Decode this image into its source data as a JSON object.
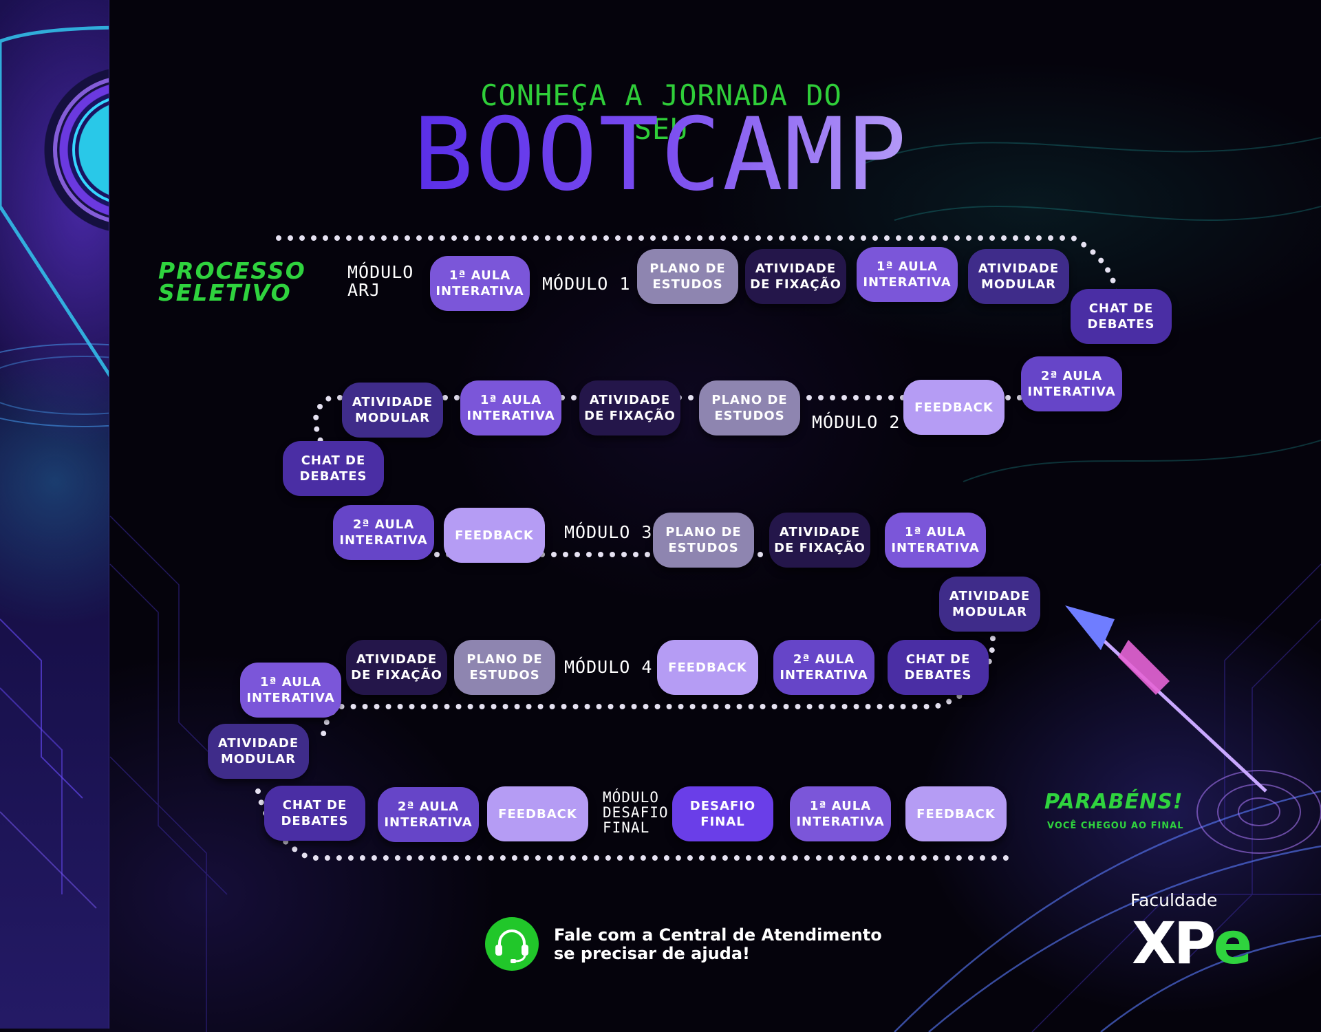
{
  "header": {
    "subtitle": "CONHEÇA A JORNADA DO SEU",
    "title": "BOOTCAMP"
  },
  "start": {
    "label": "PROCESSO\nSELETIVO"
  },
  "modules": {
    "arj": "MÓDULO\nARJ",
    "m1": "MÓDULO 1",
    "m2": "MÓDULO 2",
    "m3": "MÓDULO 3",
    "m4": "MÓDULO 4",
    "final": "MÓDULO\nDESAFIO\nFINAL"
  },
  "steps": [
    {
      "id": "arj-aula1",
      "text": "1ª AULA\nINTERATIVA",
      "type": "interativa"
    },
    {
      "id": "m1-plano",
      "text": "PLANO DE\nESTUDOS",
      "type": "plano"
    },
    {
      "id": "m1-fixacao",
      "text": "ATIVIDADE\nDE FIXAÇÃO",
      "type": "fixacao"
    },
    {
      "id": "m1-aula1",
      "text": "1ª AULA\nINTERATIVA",
      "type": "interativa"
    },
    {
      "id": "m1-modular",
      "text": "ATIVIDADE\nMODULAR",
      "type": "modular"
    },
    {
      "id": "m1-chat",
      "text": "CHAT DE\nDEBATES",
      "type": "chat"
    },
    {
      "id": "m1-aula2",
      "text": "2ª AULA\nINTERATIVA",
      "type": "segunda"
    },
    {
      "id": "m1-feedback",
      "text": "FEEDBACK",
      "type": "feedback"
    },
    {
      "id": "m2-plano",
      "text": "PLANO DE\nESTUDOS",
      "type": "plano"
    },
    {
      "id": "m2-fixacao",
      "text": "ATIVIDADE\nDE FIXAÇÃO",
      "type": "fixacao"
    },
    {
      "id": "m2-aula1",
      "text": "1ª AULA\nINTERATIVA",
      "type": "interativa"
    },
    {
      "id": "m2-modular",
      "text": "ATIVIDADE\nMODULAR",
      "type": "modular"
    },
    {
      "id": "m2-chat",
      "text": "CHAT DE\nDEBATES",
      "type": "chat"
    },
    {
      "id": "m2-aula2",
      "text": "2ª AULA\nINTERATIVA",
      "type": "segunda"
    },
    {
      "id": "m2-feedback",
      "text": "FEEDBACK",
      "type": "feedback"
    },
    {
      "id": "m3-plano",
      "text": "PLANO DE\nESTUDOS",
      "type": "plano"
    },
    {
      "id": "m3-fixacao",
      "text": "ATIVIDADE\nDE FIXAÇÃO",
      "type": "fixacao"
    },
    {
      "id": "m3-aula1",
      "text": "1ª AULA\nINTERATIVA",
      "type": "interativa"
    },
    {
      "id": "m3-modular",
      "text": "ATIVIDADE\nMODULAR",
      "type": "modular"
    },
    {
      "id": "m3-chat",
      "text": "CHAT DE\nDEBATES",
      "type": "chat"
    },
    {
      "id": "m3-aula2",
      "text": "2ª AULA\nINTERATIVA",
      "type": "segunda"
    },
    {
      "id": "m3-feedback",
      "text": "FEEDBACK",
      "type": "feedback"
    },
    {
      "id": "m4-plano",
      "text": "PLANO DE\nESTUDOS",
      "type": "plano"
    },
    {
      "id": "m4-fixacao",
      "text": "ATIVIDADE\nDE FIXAÇÃO",
      "type": "fixacao"
    },
    {
      "id": "m4-aula1",
      "text": "1ª AULA\nINTERATIVA",
      "type": "interativa"
    },
    {
      "id": "m4-modular",
      "text": "ATIVIDADE\nMODULAR",
      "type": "modular"
    },
    {
      "id": "m4-chat",
      "text": "CHAT DE\nDEBATES",
      "type": "chat"
    },
    {
      "id": "m4-aula2",
      "text": "2ª AULA\nINTERATIVA",
      "type": "segunda"
    },
    {
      "id": "m4-feedback",
      "text": "FEEDBACK",
      "type": "feedback"
    },
    {
      "id": "final-desafio",
      "text": "DESAFIO\nFINAL",
      "type": "desafio"
    },
    {
      "id": "final-aula1",
      "text": "1ª AULA\nINTERATIVA",
      "type": "interativa"
    },
    {
      "id": "final-feedback",
      "text": "FEEDBACK",
      "type": "feedback"
    }
  ],
  "end": {
    "title": "PARABÉNS!",
    "subtitle": "VOCÊ CHEGOU AO FINAL"
  },
  "support": {
    "icon": "headset-icon",
    "text": "Fale com a Central de Atendimento\nse precisar de ajuda!"
  },
  "brand": {
    "label": "Faculdade",
    "logo_main": "XP",
    "logo_accent": "e",
    "accent_color": "#2fd33e"
  },
  "colors": {
    "title_green": "#2fce39",
    "title_purple": "#6a3ee8",
    "aula_interativa": "#7b56d9",
    "plano_estudos": "#8e85b0",
    "atividade_fixacao": "#24164a",
    "atividade_modular": "#3f2c8a",
    "chat_debates": "#4a2ea4",
    "segunda_aula": "#6645c8",
    "feedback": "#b59cf4",
    "desafio_final": "#6a3ee8"
  }
}
